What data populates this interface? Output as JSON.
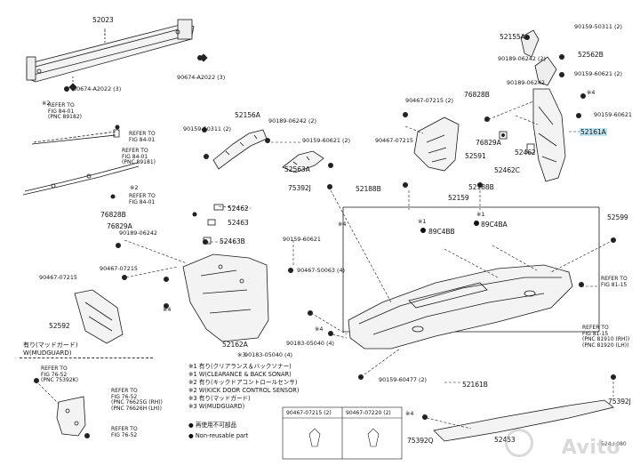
{
  "labels": {
    "p52023": "52023",
    "p52155a": "52155A",
    "p52562b": "52562B",
    "p52161a": "52161A",
    "p52156a": "52156A",
    "p52563a": "52563A",
    "p52591": "52591",
    "p52462": "52462",
    "p52462c": "52462C",
    "p52188b_a": "52188B",
    "p52188b_b": "52188B",
    "p52159": "52159",
    "p52599": "52599",
    "p52462_b": "52462",
    "p52463": "52463",
    "p52463b": "52463B",
    "p76828b_top": "76828B",
    "p76829a_top": "76829A",
    "p76828b": "76828B",
    "p76829a": "76829A",
    "p52592": "52592",
    "p52162a": "52162A",
    "p52161b": "52161B",
    "p52453": "52453",
    "p75392j": "75392J",
    "p75392j_b": "75392J",
    "p75392q": "75392Q",
    "s90674": "90674-A2022 (3)",
    "s90674b": "90674-A2022 (3)",
    "s90159_50311_top": "90159-50311 (2)",
    "s90189_06242_top": "90189-06242 (2)",
    "s90159_60621_top": "90159-60621 (2)",
    "s90189_06242_mid": "90189-06242",
    "s90159_60621_mid": "90159-60621",
    "s90467_07215_mid": "90467-07215 (2)",
    "s90467_07215_left": "90467-07215",
    "s90159_50311_l": "90159-50311 (2)",
    "s90189_06242_l": "90189-06242 (2)",
    "s90159_60621_l": "90159-60621 (2)",
    "s90189_06242_b": "90189-06242",
    "s90159_60621_b": "90159-60621",
    "s90467_50063": "90467-50063 (4)",
    "s90467_07215_c": "90467-07215",
    "s90467_07215_d": "90467-07215",
    "s90183_05040": "90183-05040 (4)",
    "s90183_05040_b": "90183-05040 (4)",
    "s90159_60477": "90159-60477 (2)",
    "x4": "※4",
    "x4b": "※4",
    "x4c": "※4",
    "x3": "※3",
    "x1a": "※1",
    "x1b": "※1",
    "x2a": "※2",
    "x2b": "※2",
    "x2c": "※2",
    "c89c4bb": "89C4BB",
    "c89c4ba": "89C4BA",
    "fig_top1": [
      "REFER TO",
      "FIG 84-01",
      "(PNC 89182)"
    ],
    "fig_top2": [
      "REFER TO",
      "FIG 84-01",
      "(PNC 89181)"
    ],
    "fig_top3": [
      "REFER TO",
      "FIG 84-01"
    ],
    "fig_top4": [
      "REFER TO",
      "FIG 84-01"
    ],
    "fig_right1": [
      "REFER TO",
      "FIG 81-15"
    ],
    "fig_right2": [
      "REFER TO",
      "FIG 81-15",
      "(PNC 81910 (RH))",
      "(PNC 81920 (LH))"
    ],
    "fig_left1": [
      "REFER TO",
      "FIG 76-52",
      "(PNC 75392K)"
    ],
    "fig_left2": [
      "REFER TO",
      "FIG 76-52",
      "(PNC 76625G (RH))",
      "(PNC 76626H (LH))"
    ],
    "fig_left3": [
      "REFER TO",
      "FIG 76-52"
    ],
    "mudguard_jp": "有り(マッドガード)",
    "mudguard_en": "W(MUDGUARD)",
    "legend": [
      "※1 有り(クリアランス＆バックソナー)",
      "※1 W(CLEARANCE & BACK SONAR)",
      "※2 有り(キックドアコントロールセンサ)",
      "※2 W(KICK DOOR CONTROL SENSOR)",
      "※3 有り(マッドガード)",
      "※3 W(MUDGUARD)",
      "● 再使用不可部品",
      "● Non-reusable part"
    ],
    "table_h1": "90467-07215 (2)",
    "table_h2": "90467-07220 (2)",
    "table_x4": "※4",
    "fig_code": "524 / 080",
    "watermark": "Avito"
  },
  "colors": {
    "line": "#1a1a1a",
    "highlight": "#bfe4f2",
    "part_fill": "#f4f4f4",
    "watermark": "#aaaaaa"
  }
}
